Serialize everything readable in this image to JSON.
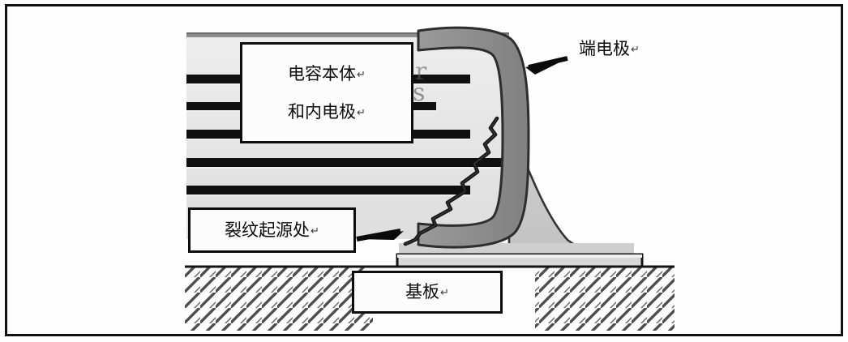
{
  "figure": {
    "title": "MLCC solder-joint crack cross-section",
    "frame_border_color": "#111111",
    "background_color": "#fefefe"
  },
  "labels": {
    "capacitor_body": {
      "line1": "电容本体",
      "line2": "和内电极",
      "pilcrow": "↵",
      "name": "capacitor body and internal electrodes"
    },
    "terminal_electrode": {
      "text": "端电极",
      "pilcrow": "↵",
      "name": "terminal electrode"
    },
    "crack_origin": {
      "text": "裂纹起源处",
      "pilcrow": "↵",
      "name": "crack origin point"
    },
    "substrate": {
      "text": "基板",
      "pilcrow": "↵",
      "name": "substrate"
    }
  },
  "parts": {
    "capacitor_body": {
      "fill": "#e9e9e9",
      "top_edge": "#8a8a8a",
      "electrode_color": "#111111",
      "electrode_count": 5,
      "electrode_rows": [
        95,
        129,
        163,
        199,
        234
      ]
    },
    "terminal_electrode": {
      "fill": "#8f8f8f",
      "outline": "#2b2b2b",
      "shape": "wrap-around-cap"
    },
    "solder_fillet": {
      "fill": "#c9c9c9",
      "outline": "#2f2f2f",
      "shape": "concave-triangle"
    },
    "solder_pad": {
      "fill": "#d5d5d5",
      "outline": "#161616"
    },
    "substrate": {
      "hatch_color": "#4a4a4a",
      "hatch_angle_deg": 45,
      "surface_line": "#111111"
    },
    "crack": {
      "color": "#151515",
      "description": "diagonal crack from solder fillet toe up to terminal electrode"
    }
  },
  "arrows": {
    "terminal_arrow": {
      "direction": "left",
      "color": "#0a0a0a"
    },
    "crack_arrow": {
      "direction": "right",
      "color": "#0a0a0a"
    }
  }
}
